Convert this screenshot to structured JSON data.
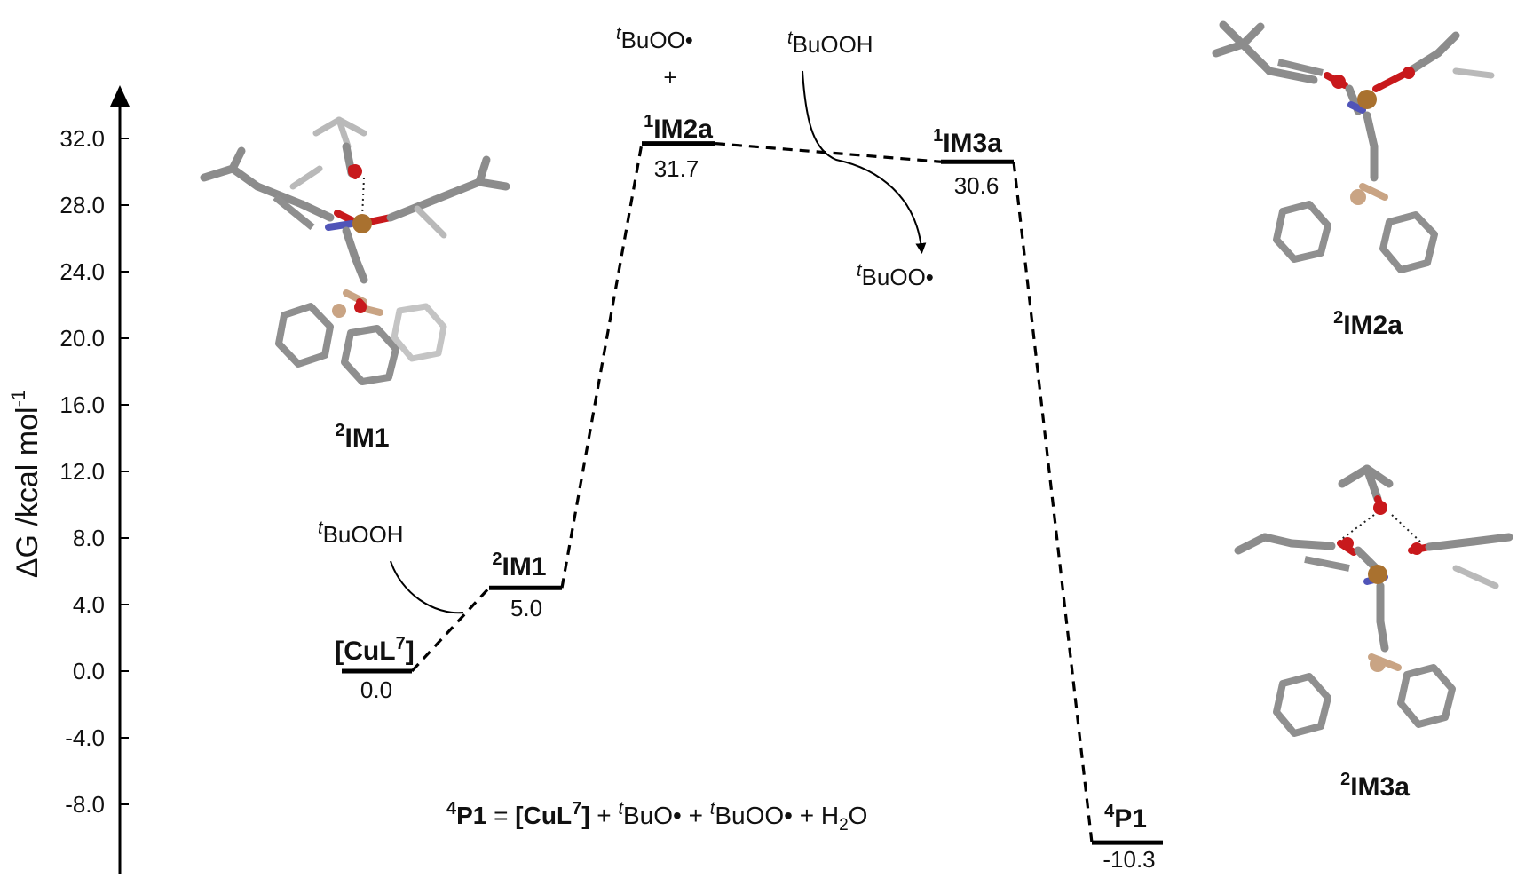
{
  "axis": {
    "label_main": "ΔG /kcal mol",
    "label_sup": "-1",
    "ticks": [
      {
        "value": 32,
        "label": "32.0"
      },
      {
        "value": 28,
        "label": "28.0"
      },
      {
        "value": 24,
        "label": "24.0"
      },
      {
        "value": 20,
        "label": "20.0"
      },
      {
        "value": 16,
        "label": "16.0"
      },
      {
        "value": 12,
        "label": "12.0"
      },
      {
        "value": 8,
        "label": "8.0"
      },
      {
        "value": 4,
        "label": "4.0"
      },
      {
        "value": 0,
        "label": "0.0"
      },
      {
        "value": -4,
        "label": "-4.0"
      },
      {
        "value": -8,
        "label": "-8.0"
      }
    ]
  },
  "levels": {
    "cul7": {
      "energy": 0.0,
      "label_pre": "[CuL",
      "label_sup": "7",
      "label_post": "]",
      "value": "0.0"
    },
    "im1": {
      "energy": 5.0,
      "label_sup": "2",
      "label_main": "IM1",
      "value": "5.0"
    },
    "im2a": {
      "energy": 31.7,
      "label_sup": "1",
      "label_main": "IM2a",
      "value": "31.7"
    },
    "im3a": {
      "energy": 30.6,
      "label_sup": "1",
      "label_main": "IM3a",
      "value": "30.6"
    },
    "p1": {
      "energy": -10.3,
      "label_sup": "4",
      "label_main": "P1",
      "value": "-10.3"
    }
  },
  "species": {
    "butooh_in_1": {
      "sup": "t",
      "text": "BuOOH"
    },
    "butoo_plus": {
      "sup": "t",
      "text": "BuOO•"
    },
    "plus": "+",
    "butooh_in_2": {
      "sup": "t",
      "text": "BuOOH"
    },
    "butoo_out": {
      "sup": "t",
      "text": "BuOO•"
    }
  },
  "equation": {
    "p1_sup": "4",
    "p1": "P1",
    "eq": " = ",
    "cul": "[CuL",
    "cul_sup": "7",
    "cul_close": "]",
    "plus1": " + ",
    "t1": "t",
    "buo": "BuO•",
    "plus2": " + ",
    "t2": "t",
    "butoo": "BuOO•",
    "plus3": "  + H",
    "sub2": "2",
    "o": "O"
  },
  "molecules": {
    "im1": {
      "sup": "2",
      "name": "IM1"
    },
    "im2a": {
      "sup": "2",
      "name": "IM2a"
    },
    "im3a": {
      "sup": "2",
      "name": "IM3a"
    }
  }
}
